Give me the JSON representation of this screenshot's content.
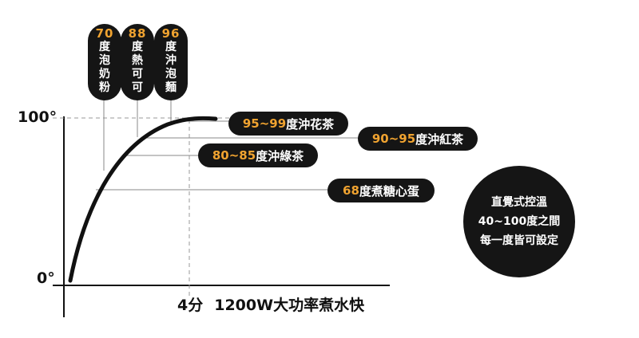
{
  "colors": {
    "accent": "#f0a330",
    "dark": "#151515"
  },
  "y_axis": {
    "top_label": "100°",
    "bottom_label": "0°"
  },
  "x_axis": {
    "time_label": "4分",
    "caption": "1200W大功率煮水快"
  },
  "vertical_tags": [
    {
      "temp": "70",
      "text": "度泡奶粉"
    },
    {
      "temp": "88",
      "text": "度熱可可"
    },
    {
      "temp": "96",
      "text": "度沖泡麵"
    }
  ],
  "pills": {
    "p95": {
      "temp": "95~99",
      "text": "度沖花茶"
    },
    "p90": {
      "temp": "90~95",
      "text": "度沖紅茶"
    },
    "p80": {
      "temp": "80~85",
      "text": "度沖綠茶"
    },
    "p68": {
      "temp": "68",
      "text": "度煮糖心蛋"
    }
  },
  "circle": {
    "lines": [
      "直覺式控溫",
      "40~100度之間",
      "每一度皆可設定"
    ]
  }
}
